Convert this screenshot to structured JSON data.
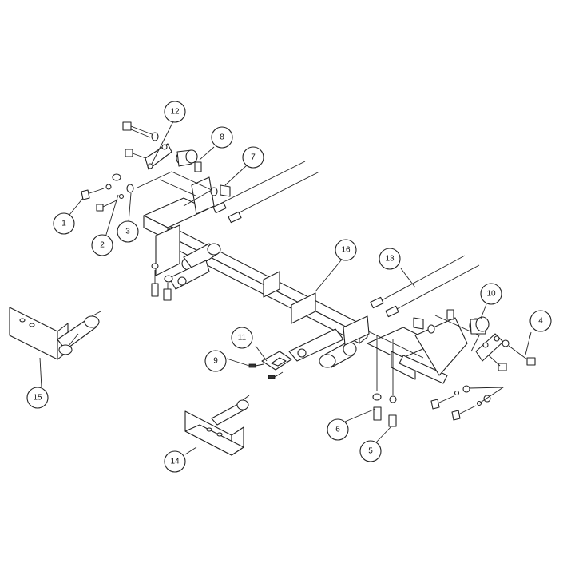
{
  "diagram": {
    "callouts": [
      {
        "id": "1",
        "label": "1"
      },
      {
        "id": "2",
        "label": "2"
      },
      {
        "id": "3",
        "label": "3"
      },
      {
        "id": "4",
        "label": "4"
      },
      {
        "id": "5",
        "label": "5"
      },
      {
        "id": "6",
        "label": "6"
      },
      {
        "id": "7",
        "label": "7"
      },
      {
        "id": "8",
        "label": "8"
      },
      {
        "id": "9",
        "label": "9"
      },
      {
        "id": "10",
        "label": "10"
      },
      {
        "id": "11",
        "label": "11"
      },
      {
        "id": "12",
        "label": "12"
      },
      {
        "id": "13",
        "label": "13"
      },
      {
        "id": "14",
        "label": "14"
      },
      {
        "id": "15",
        "label": "15"
      },
      {
        "id": "16",
        "label": "16"
      }
    ],
    "colors": {
      "line": "#222222",
      "background": "#ffffff"
    }
  }
}
